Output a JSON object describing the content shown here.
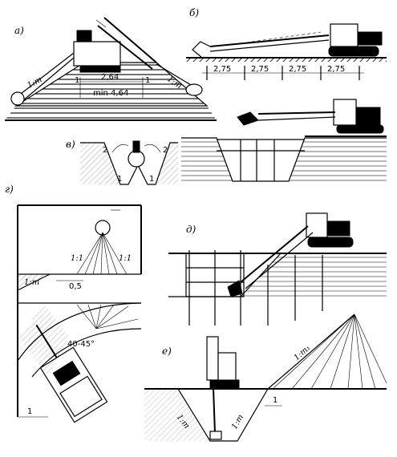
{
  "panels": [
    {
      "id": "a",
      "label": "а)"
    },
    {
      "id": "b",
      "label": "б)"
    },
    {
      "id": "v",
      "label": "в)"
    },
    {
      "id": "g",
      "label": "г)"
    },
    {
      "id": "d",
      "label": "д)"
    },
    {
      "id": "e",
      "label": "е)"
    }
  ],
  "panel_a": {
    "slope_left": "1:m",
    "slope_right": "1:m",
    "tick_left": "1",
    "tick_right": "1",
    "width_top": "2,64",
    "width_min": "min 4,64"
  },
  "panel_b": {
    "dimensions": [
      "2,75",
      "2,75",
      "2,75",
      "2,75"
    ]
  },
  "panel_v": {
    "marks_top": [
      "2",
      "2"
    ],
    "marks_bottom": [
      "1",
      "1"
    ]
  },
  "panel_g": {
    "slope_a": "1:1",
    "slope_b": "1:1",
    "slope_c": "1:m",
    "offset": "0,5",
    "angle": "40-45°",
    "tick_bottom": "1"
  },
  "panel_e": {
    "slope_left": "1:m",
    "slope_mid": "1:m",
    "slope_right": "1:m₁",
    "tick": "1"
  }
}
